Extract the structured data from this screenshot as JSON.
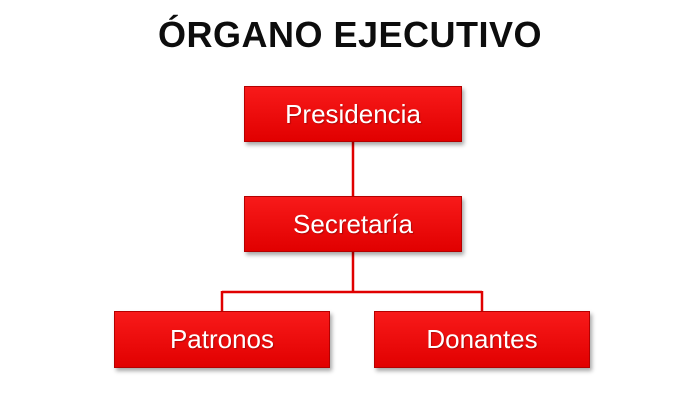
{
  "title": "ÓRGANO EJECUTIVO",
  "nodes": {
    "presidencia": "Presidencia",
    "secretaria": "Secretaría",
    "patronos": "Patronos",
    "donantes": "Donantes"
  },
  "colors": {
    "box_fill": "#f00000",
    "connector": "#e00000",
    "title_text": "#0d0d0d"
  }
}
